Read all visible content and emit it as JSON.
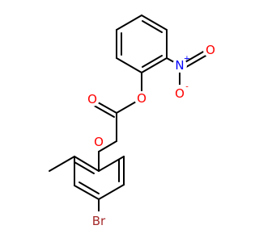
{
  "molecule": {
    "atoms": {
      "o_ester_carbonyl": {
        "label": "O",
        "color": "#ff0000"
      },
      "o_ester_link": {
        "label": "O",
        "color": "#ff0000"
      },
      "o_ether": {
        "label": "O",
        "color": "#ff0000"
      },
      "n_nitro": {
        "label": "N",
        "color": "#0000ff",
        "charge": "+"
      },
      "o_nitro_single": {
        "label": "O",
        "color": "#ff0000",
        "charge": "-"
      },
      "o_nitro_double": {
        "label": "O",
        "color": "#ff0000"
      },
      "br": {
        "label": "Br",
        "color": "#a52a2a"
      }
    },
    "colors": {
      "bond": "#000000",
      "oxygen": "#ff0000",
      "nitrogen": "#0000ff",
      "bromine": "#a52a2a",
      "background": "#ffffff"
    }
  }
}
